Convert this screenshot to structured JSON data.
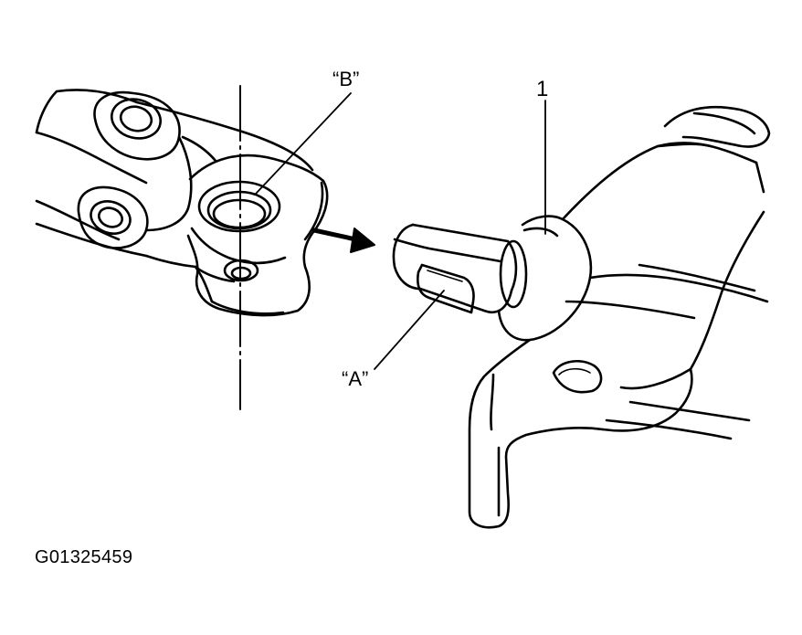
{
  "labels": {
    "part_b": "“B”",
    "part_a": "“A”",
    "part_1": "1"
  },
  "figure_id": "G01325459",
  "colors": {
    "line": "#000000",
    "background": "#ffffff"
  }
}
